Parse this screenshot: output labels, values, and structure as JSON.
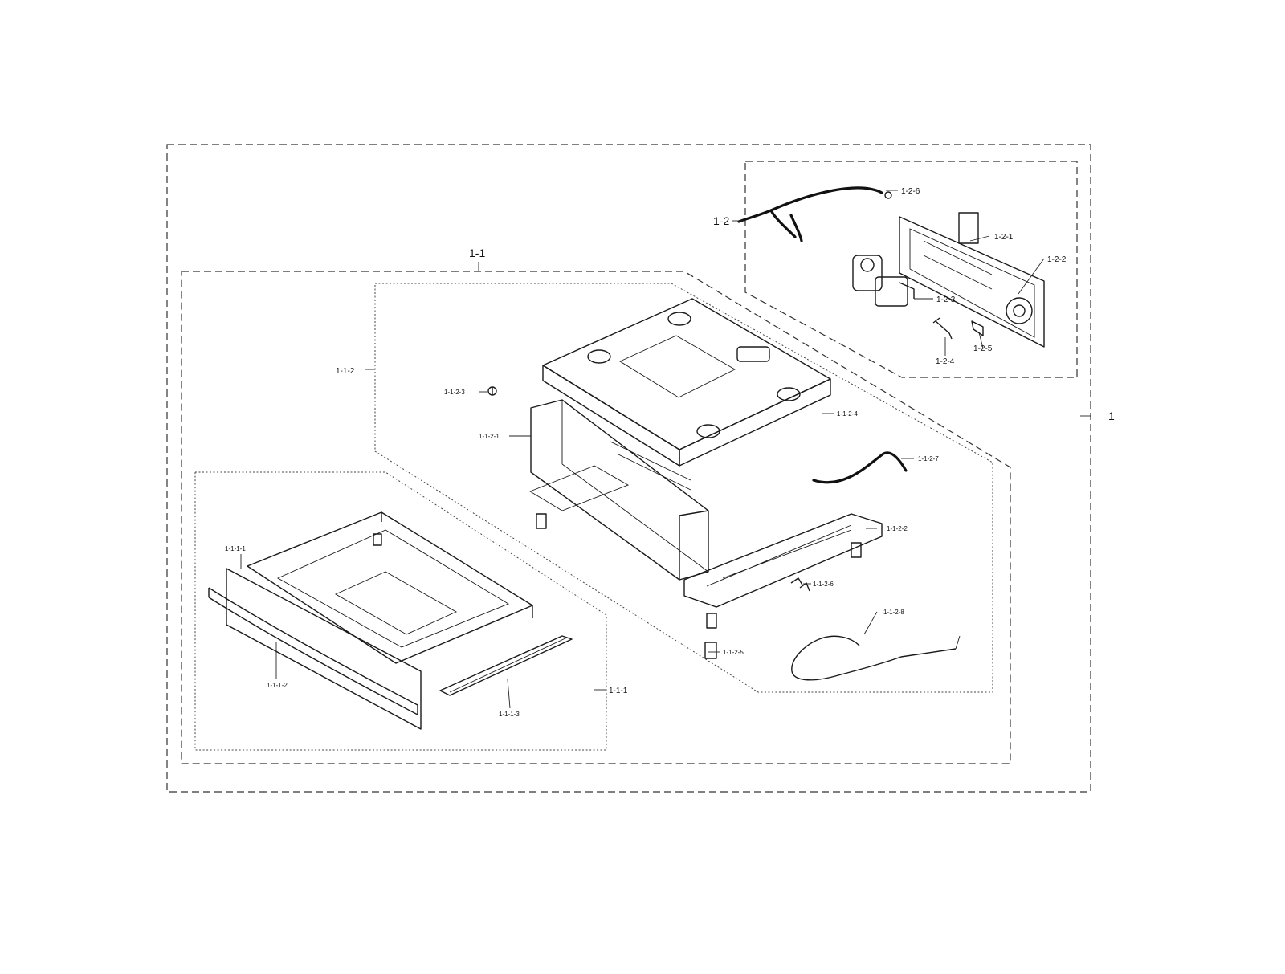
{
  "labels": {
    "main_assembly": "1",
    "lower_assembly": "1-1",
    "control_assembly": "1-2",
    "drawer_assembly": "1-1-1",
    "drawer_front": "1-1-1-1",
    "drawer_handle": "1-1-1-2",
    "drawer_rail": "1-1-1-3",
    "frame_assembly": "1-1-2",
    "frame_front": "1-1-2-1",
    "frame_base": "1-1-2-2",
    "frame_screw": "1-1-2-3",
    "frame_top": "1-1-2-4",
    "frame_leg": "1-1-2-5",
    "frame_clip": "1-1-2-6",
    "frame_harness": "1-1-2-7",
    "frame_heater": "1-1-2-8",
    "control_bracket": "1-2-1",
    "control_panel": "1-2-2",
    "control_valve": "1-2-3",
    "control_sensor_a": "1-2-4",
    "control_sensor_b": "1-2-5",
    "control_harness": "1-2-6"
  }
}
